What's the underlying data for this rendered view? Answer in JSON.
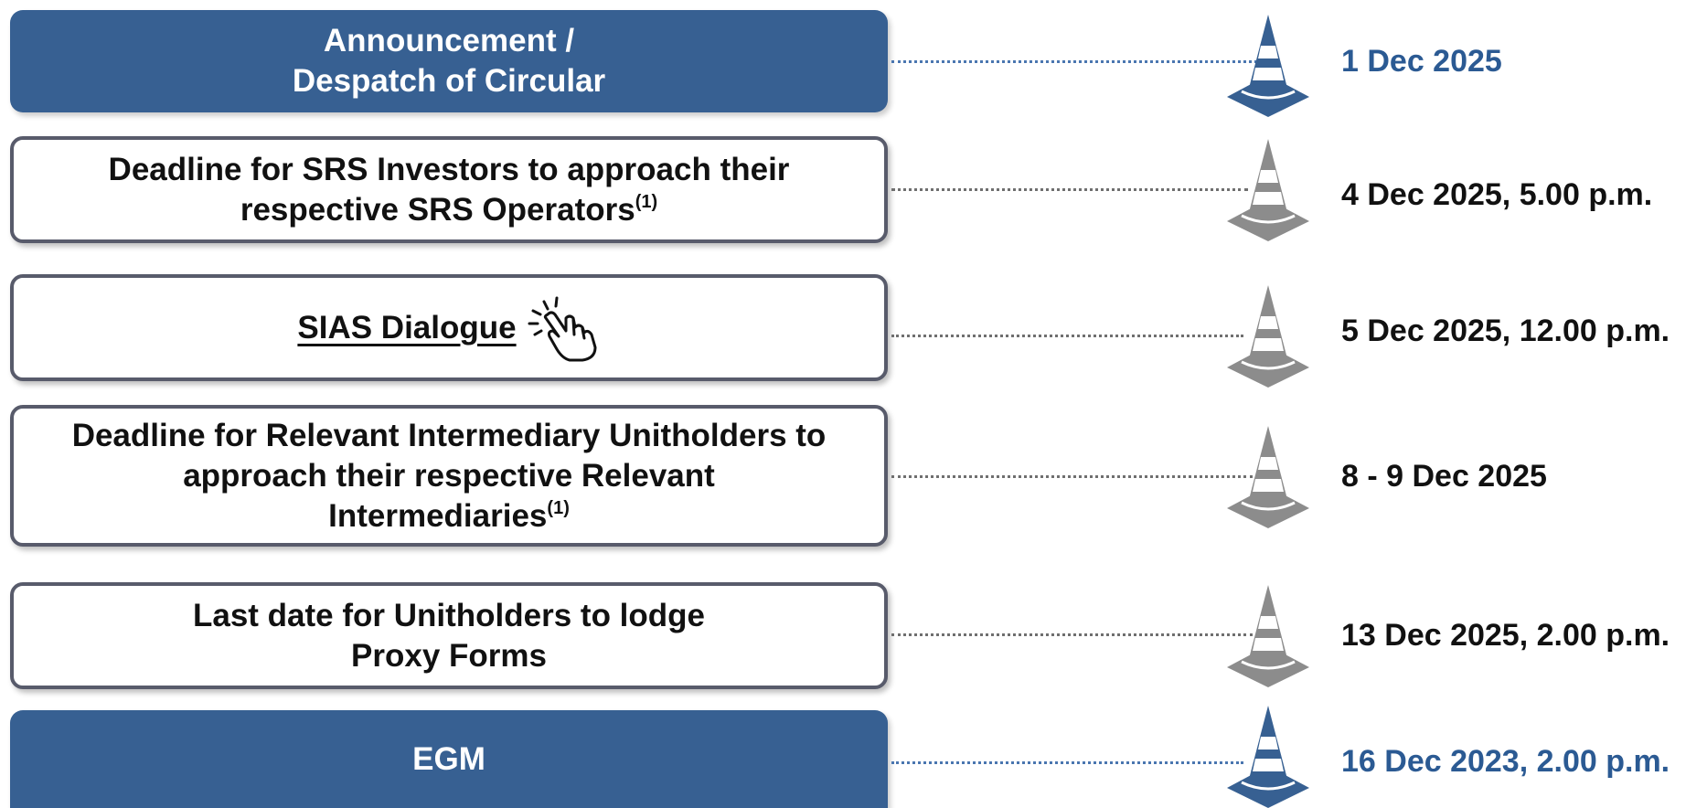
{
  "rows": [
    {
      "label_lines": [
        "Announcement /",
        "Despatch of Circular"
      ],
      "date": "1 Dec 2025",
      "highlight": true
    },
    {
      "label_lines": [
        "Deadline for SRS Investors to approach their",
        "respective SRS Operators"
      ],
      "footnote": "(1)",
      "date": "4 Dec 2025, 5.00 p.m.",
      "highlight": false
    },
    {
      "label_lines": [
        "SIAS Dialogue"
      ],
      "date": "5 Dec 2025, 12.00 p.m.",
      "highlight": false,
      "icon": "click-hand-icon"
    },
    {
      "label_lines": [
        "Deadline for Relevant Intermediary Unitholders to",
        "approach their respective Relevant",
        "Intermediaries"
      ],
      "footnote": "(1)",
      "date": "8 - 9 Dec 2025",
      "highlight": false
    },
    {
      "label_lines": [
        "Last date for Unitholders to lodge",
        "Proxy Forms"
      ],
      "date": "13 Dec 2025, 2.00 p.m.",
      "highlight": false
    },
    {
      "label_lines": [
        "EGM"
      ],
      "date": "16 Dec 2023, 2.00 p.m.",
      "highlight": true
    }
  ],
  "colors": {
    "highlight_blue": "#376092",
    "date_blue": "#2b5a93",
    "cone_blue": "#376092",
    "cone_grey": "#8c8c8c",
    "box_border": "#585b6b"
  },
  "icons": {
    "milestone_marker": "traffic-cone-icon",
    "sias_link": "click-hand-icon"
  }
}
